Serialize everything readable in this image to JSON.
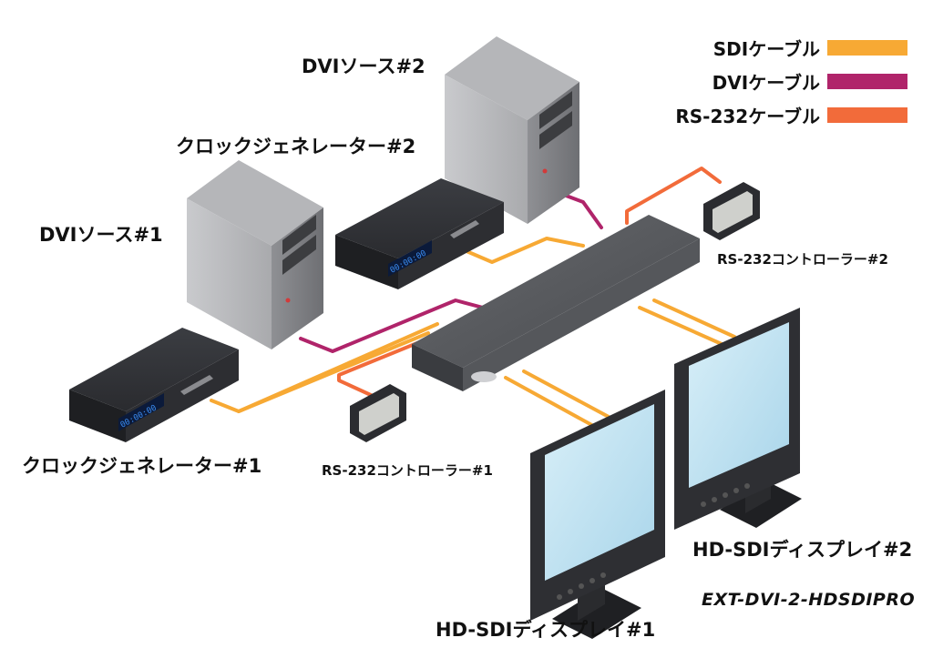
{
  "legend": [
    {
      "label": "SDIケーブル",
      "color": "#F7A934"
    },
    {
      "label": "DVIケーブル",
      "color": "#B0246A"
    },
    {
      "label": "RS-232ケーブル",
      "color": "#F26B3A"
    }
  ],
  "devices": {
    "dvi_source_1": "DVIソース#1",
    "dvi_source_2": "DVIソース#2",
    "clock_gen_1": "クロックジェネレーター#1",
    "clock_gen_2": "クロックジェネレーター#2",
    "rs232_ctrl_1": "RS-232コントローラー#1",
    "rs232_ctrl_2": "RS-232コントローラー#2",
    "display_1": "HD-SDIディスプレイ#1",
    "display_2": "HD-SDIディスプレイ#2",
    "clock_readout_1": "00:00:00",
    "clock_readout_2": "00:00:00"
  },
  "product_name": "EXT-DVI-2-HDSDIPRO",
  "colors": {
    "sdi": "#F7A934",
    "dvi": "#B0246A",
    "rs232": "#F26B3A",
    "screen": "#BFE3F2",
    "clock_digits": "#3A8BF0"
  }
}
